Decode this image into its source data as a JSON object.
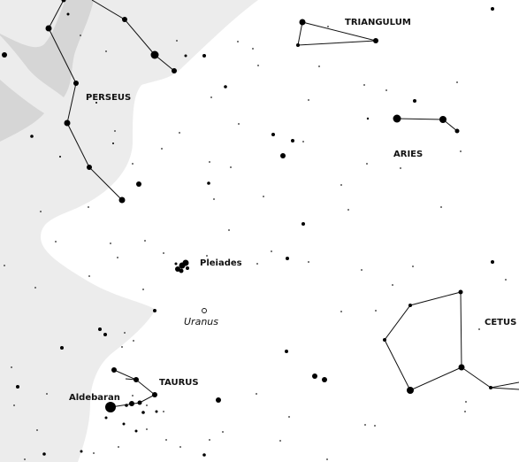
{
  "labels": {
    "triangulum": "TRIANGULUM",
    "perseus": "PERSEUS",
    "aries": "ARIES",
    "pleiades": "Pleiades",
    "uranus": "Uranus",
    "cetus": "CETUS",
    "taurus": "TAURUS",
    "aldebaran": "Aldebaran"
  },
  "colors": {
    "background": "#ffffff",
    "milky_way_outer": "#ececec",
    "milky_way_inner": "#d6d6d6",
    "stars": "#000000",
    "lines": "#111111"
  }
}
